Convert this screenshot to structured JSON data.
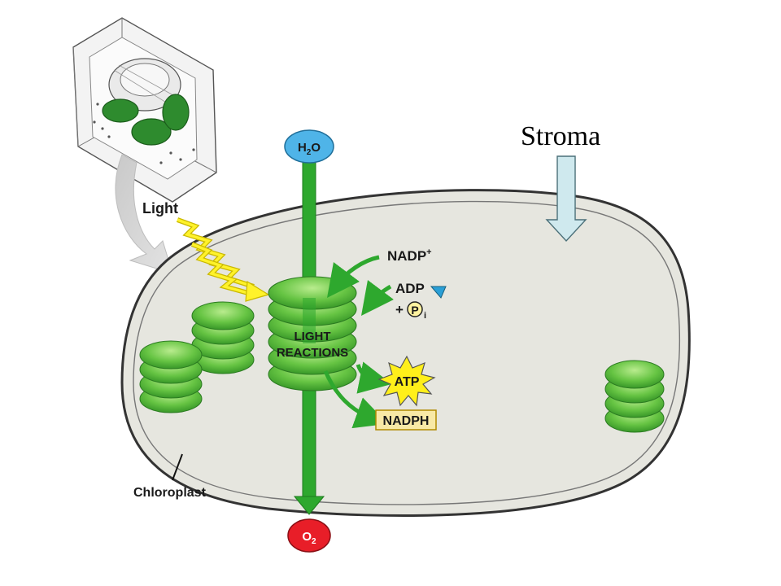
{
  "labels": {
    "stroma": "Stroma",
    "light": "Light",
    "chloroplast": "Chloroplast",
    "light_reactions_1": "LIGHT",
    "light_reactions_2": "REACTIONS",
    "nadp": "NADP",
    "nadp_sup": "+",
    "adp": "ADP",
    "plus": "+",
    "p": "P",
    "p_sub": "i",
    "atp": "ATP",
    "nadph": "NADPH",
    "h2o_h": "H",
    "h2o_sub": "2",
    "h2o_o": "O",
    "o2_o": "O",
    "o2_sub": "2"
  },
  "colors": {
    "chloroplast_fill": "#e6e6df",
    "thylakoid_green": "#5fbf3f",
    "arrow_green": "#2ea82e",
    "h2o_blue": "#4fb4e8",
    "o2_red": "#e81e28",
    "atp_yellow": "#ffef1a",
    "nadph_fill": "#f8e9a6",
    "stroma_arrow": "#cfe9ee",
    "light_yellow": "#fff22a"
  }
}
